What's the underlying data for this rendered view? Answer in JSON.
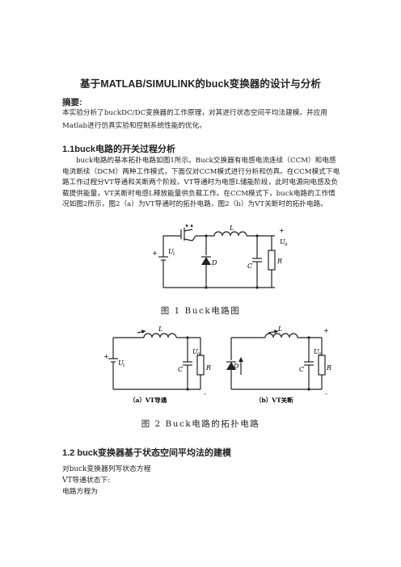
{
  "document": {
    "title": "基于MATLAB/SIMULINK的buck变换器的设计与分析",
    "abstract_label": "摘要:",
    "abstract_text": "本实验分析了buckDC/DC变换器的工作原理，对其进行状态空间平均法建模。并应用Matlab进行仿真实验和控制系统性能的优化。",
    "section1_heading": "1.1buck电路的开关过程分析",
    "section1_text": "buck电路的基本拓扑电路如图1所示。Buck交换器有电感电流连续（CCM）和电感电流断续（DCM）两种工作模式，下面仅对CCM模式进行分析和仿真。在CCM模式下电路工作过程分VT导通和关断两个阶段。VT导通时为电感L储能阶段，此时电源向电感及负载提供能量，VT关断时电感L释放能量供负载工作。在CCM模式下，buck电路的工作情况如图2所示，图2（a）为VT导通时的拓扑电路，图2（b）为VT关断时的拓扑电路。",
    "figure1_caption": "图 1   Buck电路图",
    "figure2_caption": "图 2   Buck电路的拓扑电路",
    "figure2a_label": "（a）VT导通",
    "figure2b_label": "（b）VT关断",
    "section2_heading": "1.2    buck变换器基于状态空间平均法的建模",
    "line1": "对buck变换器列写状态方程",
    "line2": "VT导通状态下:",
    "line3": "电路方程为"
  },
  "figure_labels": {
    "vt": "VT",
    "l": "L",
    "d": "D",
    "c": "C",
    "r": "R",
    "ui": "U",
    "ui_sub": "i",
    "uo": "U",
    "uo_sub": "o",
    "plus": "+",
    "minus": "-"
  }
}
